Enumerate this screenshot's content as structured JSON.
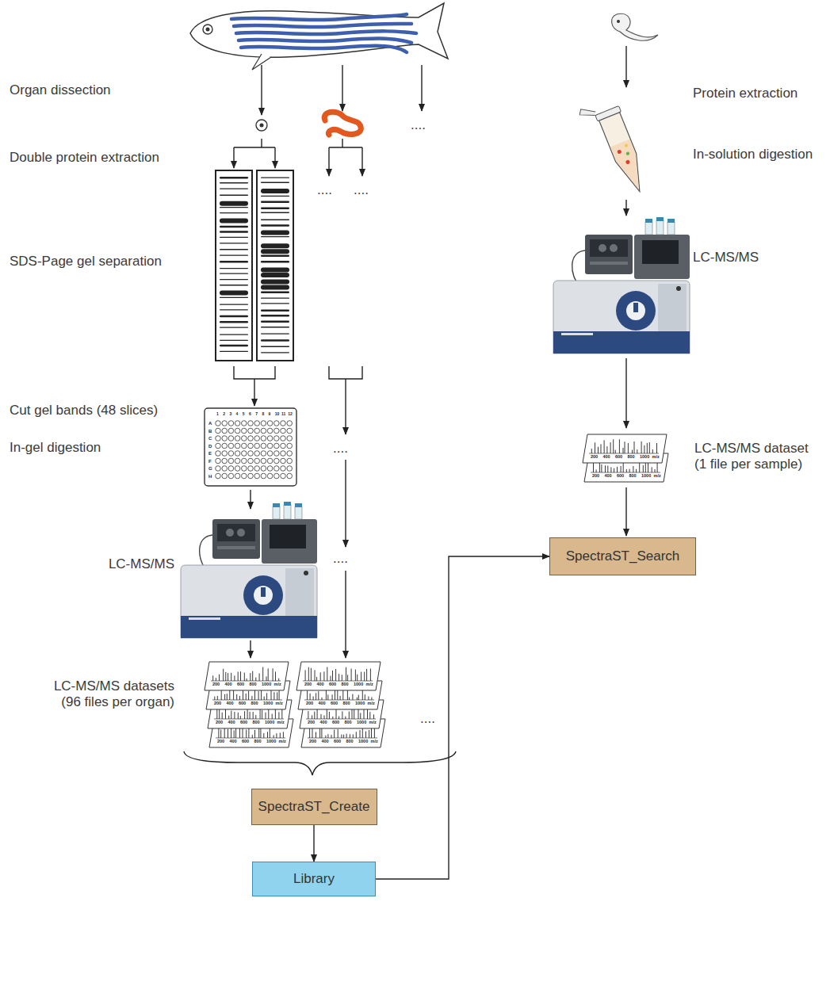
{
  "diagram": {
    "nodes": [
      {
        "text": [
          "SpectraST_Create"
        ]
      },
      {
        "text": [
          "Library"
        ]
      },
      {
        "text": [
          "SpectraST_Search"
        ]
      }
    ],
    "edges": [
      {
        "from": 0,
        "to": 1,
        "arrow": "to"
      },
      {
        "from": 1,
        "to": 2,
        "arrow": "to"
      }
    ],
    "labels": [
      "Organ dissection",
      "Double protein extraction",
      "SDS-Page gel separation",
      "Cut gel bands (48 slices)",
      "In-gel digestion",
      "LC-MS/MS",
      "LC-MS/MS datasets (96 files per organ)",
      "Protein extraction",
      "In-solution digestion",
      "LC-MS/MS",
      "LC-MS/MS dataset (1 file per sample)",
      "....",
      "....",
      "....",
      "....",
      "....",
      "....",
      "A",
      "B",
      "C",
      "D",
      "E",
      "F",
      "G",
      "H",
      "1",
      "2",
      "3",
      "4",
      "5",
      "6",
      "7",
      "8",
      "9",
      "10",
      "11",
      "12",
      "200",
      "400",
      "600",
      "800",
      "1000",
      "m/z",
      "200",
      "400",
      "600",
      "800",
      "1000",
      "m/z",
      "200",
      "400",
      "600",
      "800",
      "1000",
      "m/z",
      "200",
      "400",
      "600",
      "800",
      "1000",
      "m/z",
      "200",
      "400",
      "600",
      "800",
      "1000",
      "m/z",
      "200",
      "400",
      "600",
      "800",
      "1000",
      "m/z",
      "200",
      "400",
      "600",
      "800",
      "1000",
      "m/z",
      "200",
      "400",
      "600",
      "800",
      "1000",
      "m/z",
      "200",
      "400",
      "600",
      "800",
      "1000",
      "m/z",
      "200",
      "400",
      "600",
      "800",
      "1000",
      "m/z"
    ]
  }
}
